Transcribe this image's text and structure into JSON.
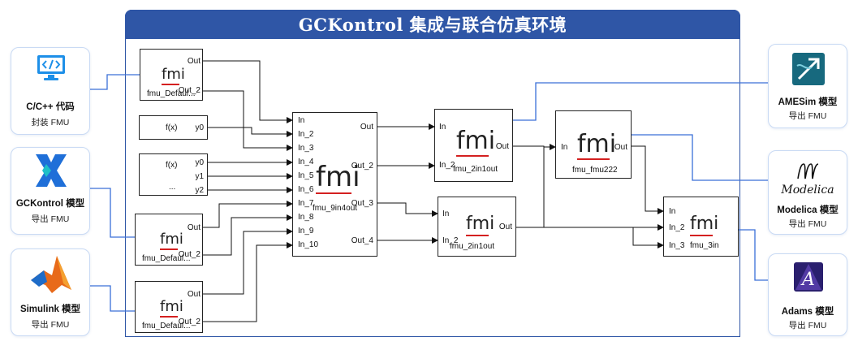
{
  "title": "GCKontrol 集成与联合仿真环境",
  "fmi_logo": "fmi",
  "sources": {
    "cpp": {
      "label": "C/C++ 代码",
      "sub": "封装 FMU",
      "icon": "code-monitor-icon"
    },
    "gck": {
      "label": "GCKontrol 模型",
      "sub": "导出 FMU",
      "icon": "gckontrol-logo-icon"
    },
    "sim": {
      "label": "Simulink 模型",
      "sub": "导出 FMU",
      "icon": "simulink-logo-icon"
    },
    "ame": {
      "label": "AMESim 模型",
      "sub": "导出 FMU",
      "icon": "amesim-logo-icon"
    },
    "mod": {
      "label": "Modelica 模型",
      "sub": "导出 FMU",
      "icon": "modelica-logo-icon",
      "logo_text": "Modelica"
    },
    "ada": {
      "label": "Adams 模型",
      "sub": "导出 FMU",
      "icon": "adams-logo-icon"
    }
  },
  "blocks": {
    "def1": {
      "name": "fmu_Defaul...",
      "out": "Out",
      "out2": "Out_2"
    },
    "f1": {
      "fx": "f(x)",
      "y0": "y0"
    },
    "f2": {
      "fx": "f(x)",
      "y0": "y0",
      "y1": "y1",
      "y2": "y2",
      "dots": "..."
    },
    "def2": {
      "name": "fmu_Defaul...",
      "out": "Out",
      "out2": "Out_2"
    },
    "def3": {
      "name": "fmu_Defaul...",
      "out": "Out",
      "out2": "Out_2"
    },
    "nine": {
      "name": "fmu_9in4out",
      "inputs": [
        "In",
        "In_2",
        "In_3",
        "In_4",
        "In_5",
        "In_6",
        "In_7",
        "In_8",
        "In_9",
        "In_10"
      ],
      "outputs": [
        "Out",
        "Out_2",
        "Out_3",
        "Out_4"
      ]
    },
    "two1": {
      "name": "fmu_2in1out",
      "in": "In",
      "in2": "In_2",
      "out": "Out"
    },
    "two2": {
      "name": "fmu_2in1out",
      "in": "In",
      "in2": "In_2",
      "out": "Out"
    },
    "f222": {
      "name": "fmu_fmu222",
      "in": "In",
      "out": "Out"
    },
    "three": {
      "name": "fmu_3in",
      "in": "In",
      "in2": "In_2",
      "in3": "In_3"
    }
  },
  "colors": {
    "title_bg": "#2f56a6",
    "link": "#3a6fd8",
    "fmi_underline": "#d42020",
    "card_border": "#c9daf4"
  }
}
